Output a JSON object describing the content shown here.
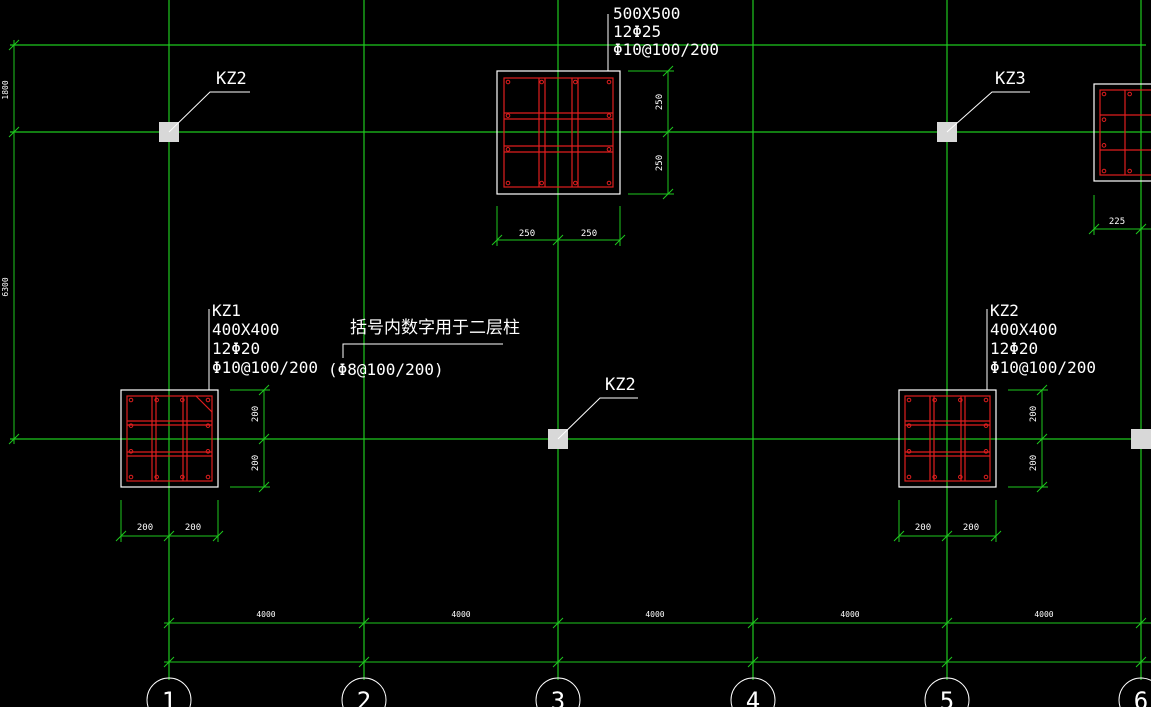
{
  "colors": {
    "background": "#000000",
    "grid": "#1ec81e",
    "rebar": "#e01e1e",
    "outline": "#ffffff",
    "marker": "#d8d8d8"
  },
  "axes": [
    "1",
    "2",
    "3",
    "4",
    "5",
    "6"
  ],
  "spans": [
    "4000",
    "4000",
    "4000",
    "4000",
    "4000"
  ],
  "left_dims": [
    "1800",
    "6300"
  ],
  "small_markers": [
    {
      "label": "KZ2"
    },
    {
      "label": "KZ3"
    },
    {
      "label": "KZ2"
    }
  ],
  "columns": [
    {
      "id": "col-top",
      "lines": [
        "500X500",
        "12Φ25",
        "Φ10@100/200"
      ],
      "dims_h": [
        "250",
        "250"
      ],
      "dims_v": [
        "250",
        "250"
      ]
    },
    {
      "id": "col-left",
      "lines": [
        "KZ1",
        "400X400",
        "12Φ20",
        "Φ10@100/200"
      ],
      "dims_h": [
        "200",
        "200"
      ],
      "dims_v": [
        "200",
        "200"
      ]
    },
    {
      "id": "col-right",
      "lines": [
        "KZ2",
        "400X400",
        "12Φ20",
        "Φ10@100/200"
      ],
      "dims_h": [
        "200",
        "200"
      ],
      "dims_v": [
        "200",
        "200"
      ]
    },
    {
      "id": "col-edge",
      "lines": [],
      "dims_h": [
        "225"
      ],
      "dims_v": []
    }
  ],
  "note": {
    "text": "括号内数字用于二层柱",
    "sub": "(Φ8@100/200)"
  }
}
